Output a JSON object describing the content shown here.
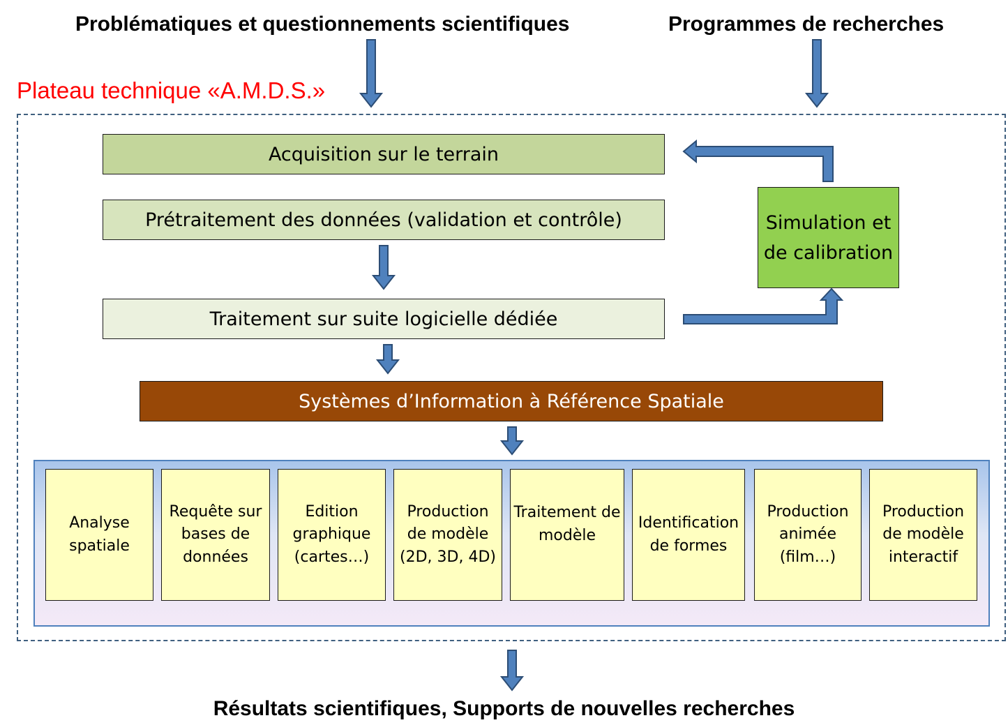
{
  "header": {
    "left_title": "Problématiques et questionnements scientifiques",
    "right_title": "Programmes de recherches"
  },
  "plateau_label": "Plateau technique «A.M.D.S.»",
  "steps": {
    "acquisition": "Acquisition sur le terrain",
    "pretraitement": "Prétraitement des données (validation et contrôle)",
    "traitement": "Traitement sur suite logicielle dédiée",
    "simulation": "Simulation et de calibration",
    "sig": "Systèmes d’Information à Référence Spatiale"
  },
  "tools": [
    "Analyse spatiale",
    "Requête sur bases de données",
    "Edition graphique (cartes…)",
    "Production de modèle (2D, 3D, 4D)",
    "Traitement de modèle",
    "Identification de formes",
    "Production animée (film…)",
    "Production de modèle interactif"
  ],
  "footer": "Résultats scientifiques,  Supports de nouvelles recherches",
  "colors": {
    "arrow_fill": "#4f81bd",
    "arrow_stroke": "#2c4d75",
    "plateau_label": "#ff0000",
    "acquisition": "#c3d69b",
    "pretraitement": "#d7e4bd",
    "traitement": "#ebf1de",
    "simulation": "#92d050",
    "sig": "#984807",
    "tool_box": "#ffffc0"
  }
}
